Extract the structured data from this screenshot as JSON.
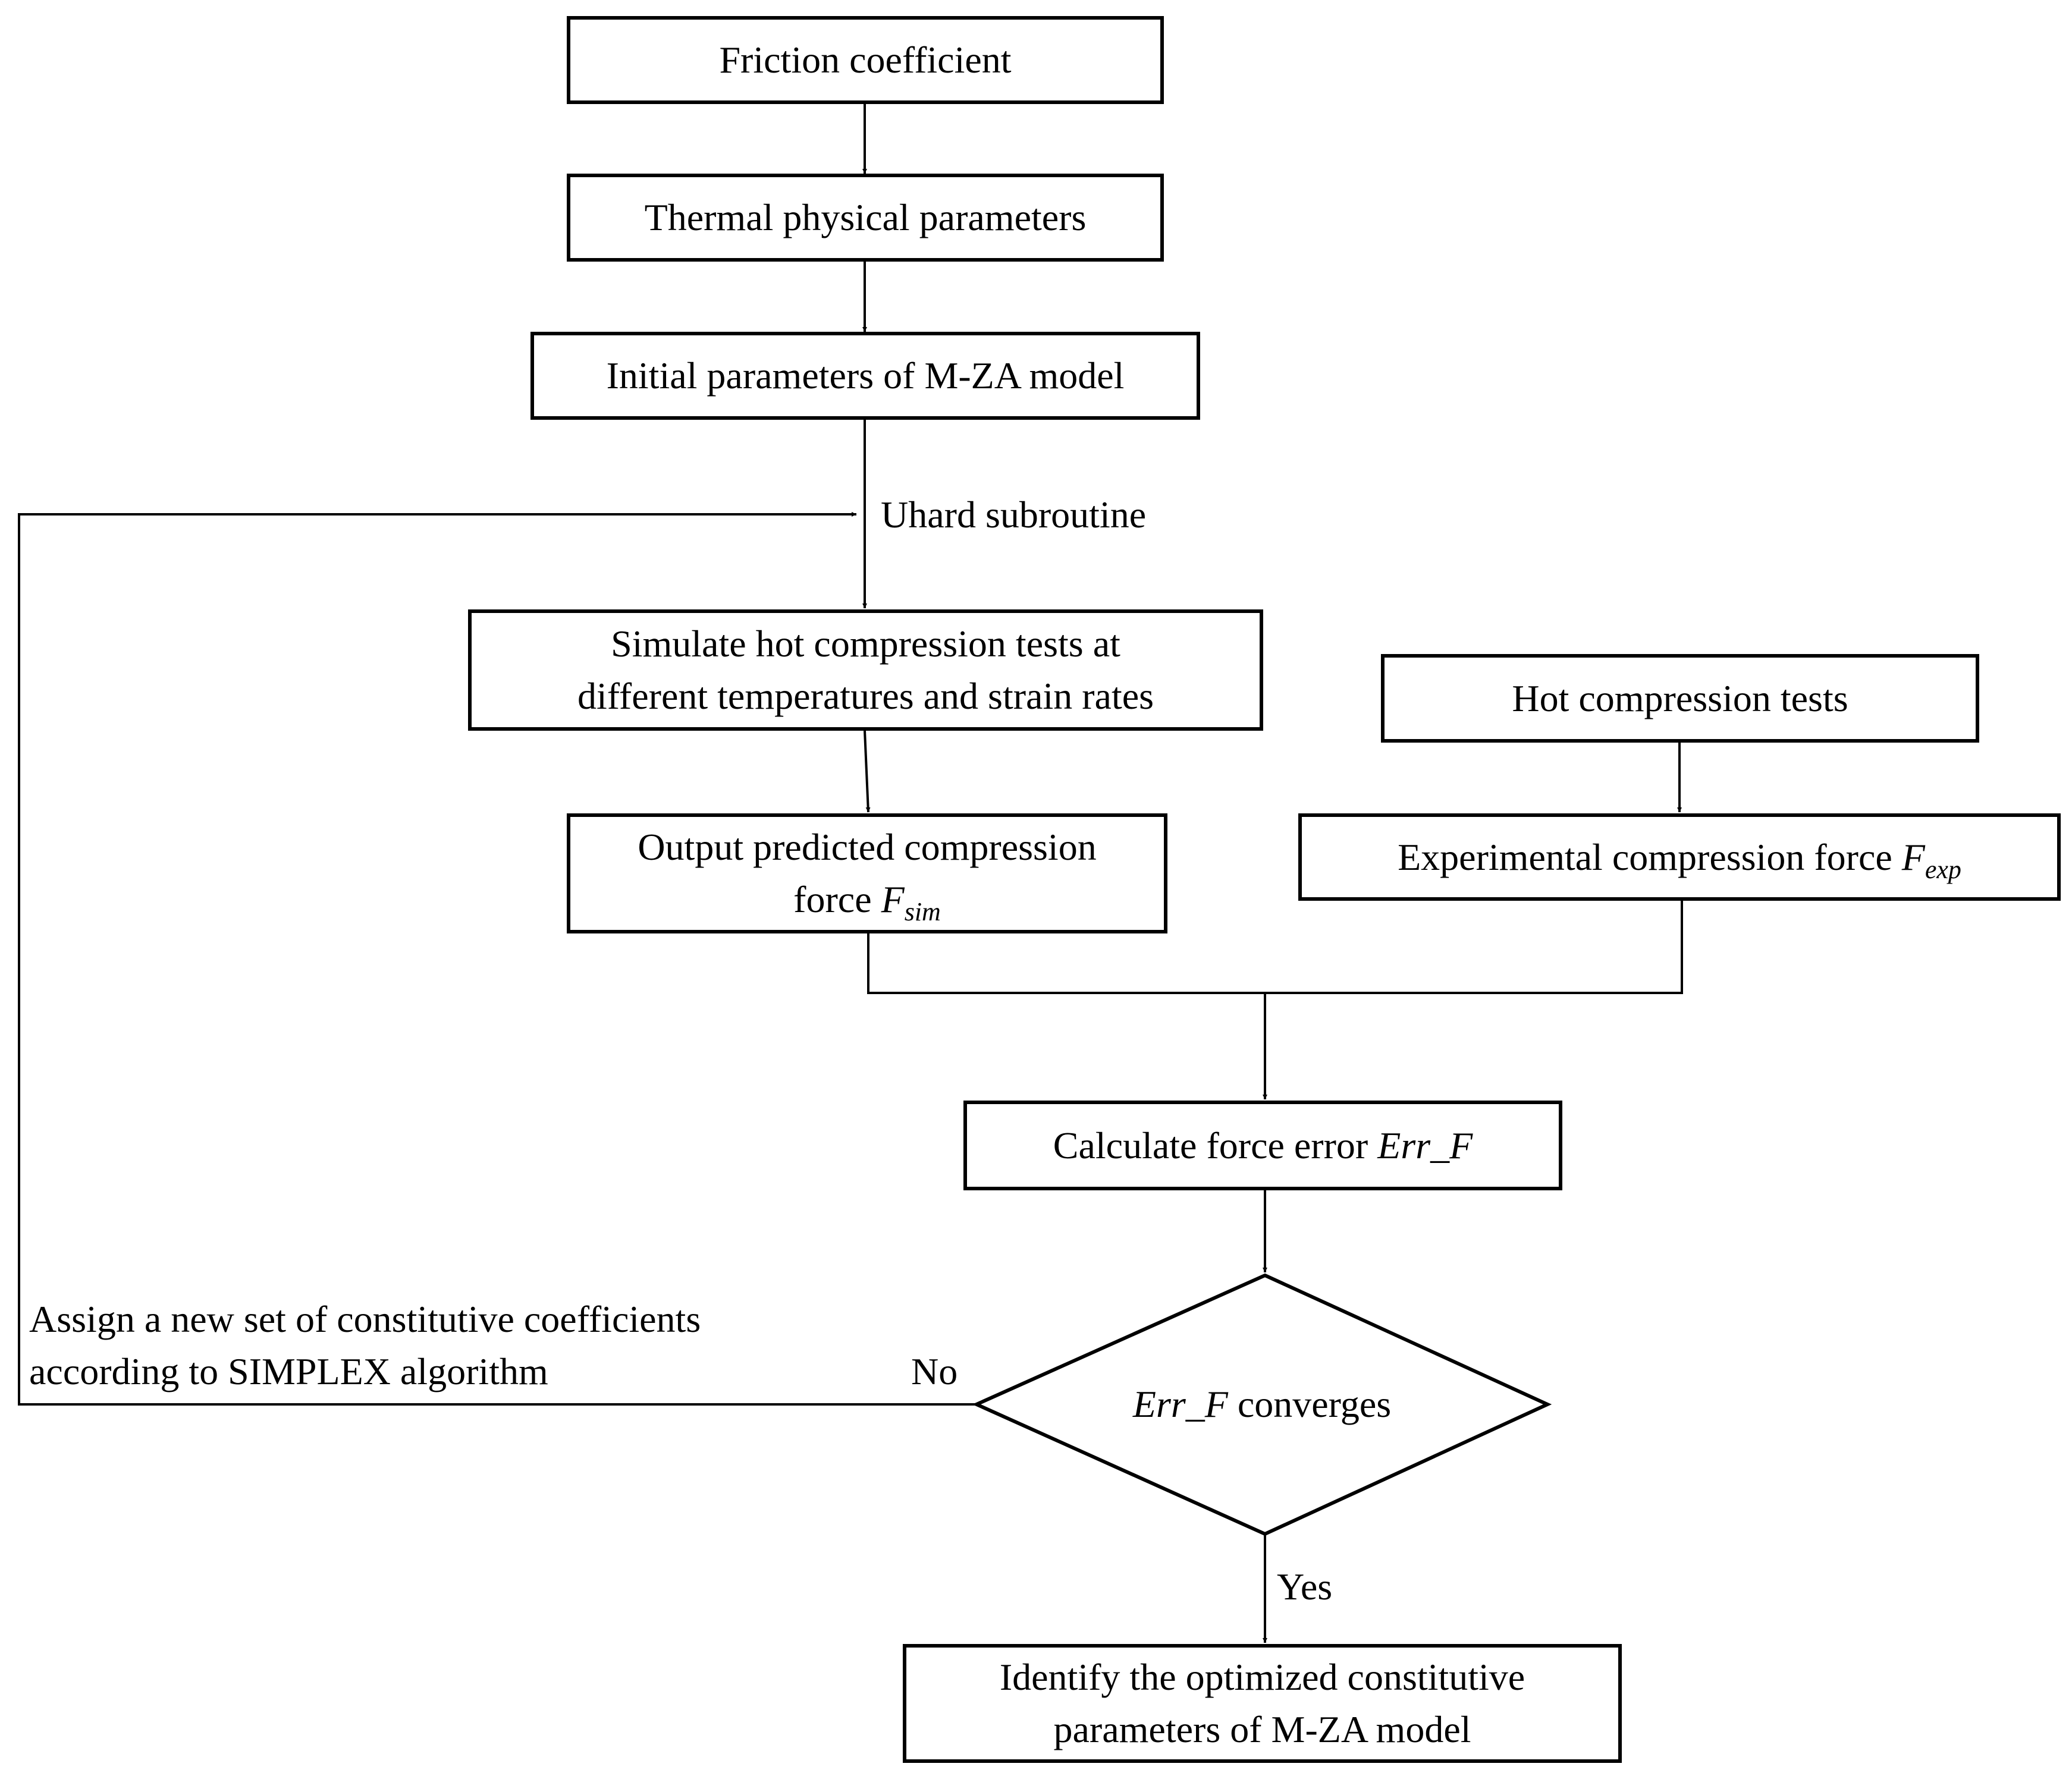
{
  "nodes": {
    "friction": {
      "text": "Friction coefficient"
    },
    "thermal": {
      "text": "Thermal physical parameters"
    },
    "initial": {
      "text": "Initial parameters of M-ZA model"
    },
    "simulate": {
      "line1": "Simulate hot compression tests at",
      "line2": "different temperatures and strain rates"
    },
    "output": {
      "line1": "Output predicted compression",
      "line2_prefix": "force ",
      "symbol": "F",
      "subscript": "sim"
    },
    "hot_tests": {
      "text": "Hot compression tests"
    },
    "experimental": {
      "prefix": "Experimental compression force ",
      "symbol": "F",
      "subscript": "exp"
    },
    "calculate": {
      "prefix": "Calculate force error ",
      "symbol": "Err_F"
    },
    "decision": {
      "symbol": "Err_F",
      "suffix": " converges"
    },
    "identify": {
      "line1": "Identify the optimized constitutive",
      "line2": "parameters of M-ZA model"
    }
  },
  "labels": {
    "uhard": "Uhard subroutine",
    "assign_line1": "Assign a new set of constitutive coefficients",
    "assign_line2": "according to SIMPLEX algorithm",
    "no": "No",
    "yes": "Yes"
  },
  "colors": {
    "stroke": "#000000",
    "background": "#ffffff"
  }
}
